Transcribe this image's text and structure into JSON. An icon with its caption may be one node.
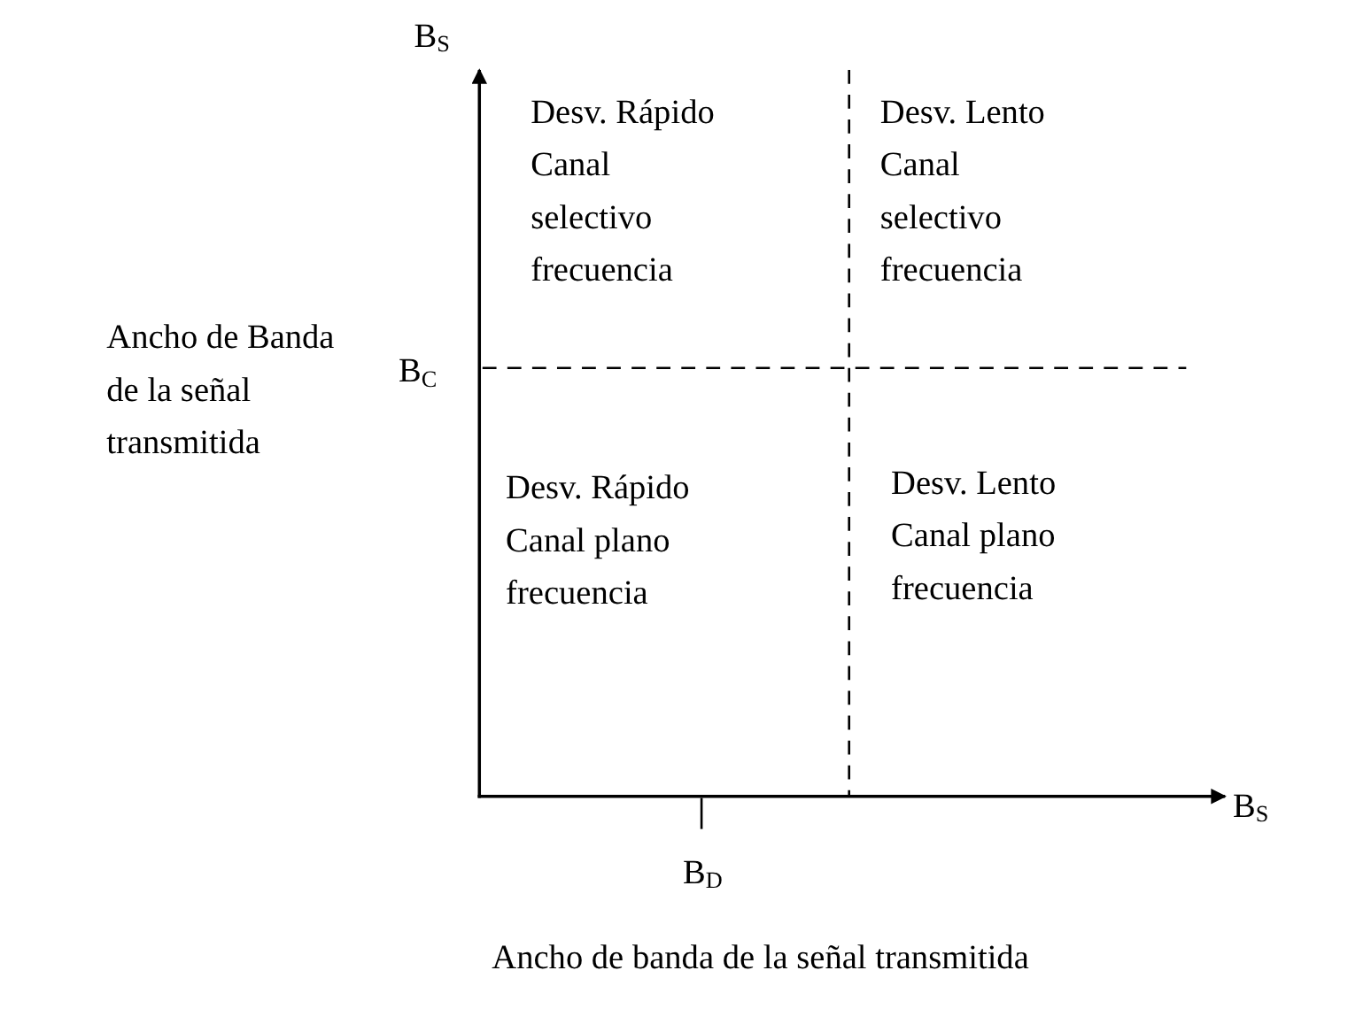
{
  "diagram": {
    "labels": [
      "B$_{S}$",
      "Ancho de Banda de la señal transmitida",
      "Desv. Rápido",
      "Canal selectivo frecuencia",
      "Desv. Lento",
      "Canal selectivo frecuencia",
      "B$_{C}$",
      "Desv. Rápido",
      "Canal plano frecuencia",
      "Desv. Lento",
      "Canal plano frecuencia",
      "B$_{S}$",
      "B$_{D}$",
      "Ancho de banda de la señal transmitida"
    ]
  }
}
